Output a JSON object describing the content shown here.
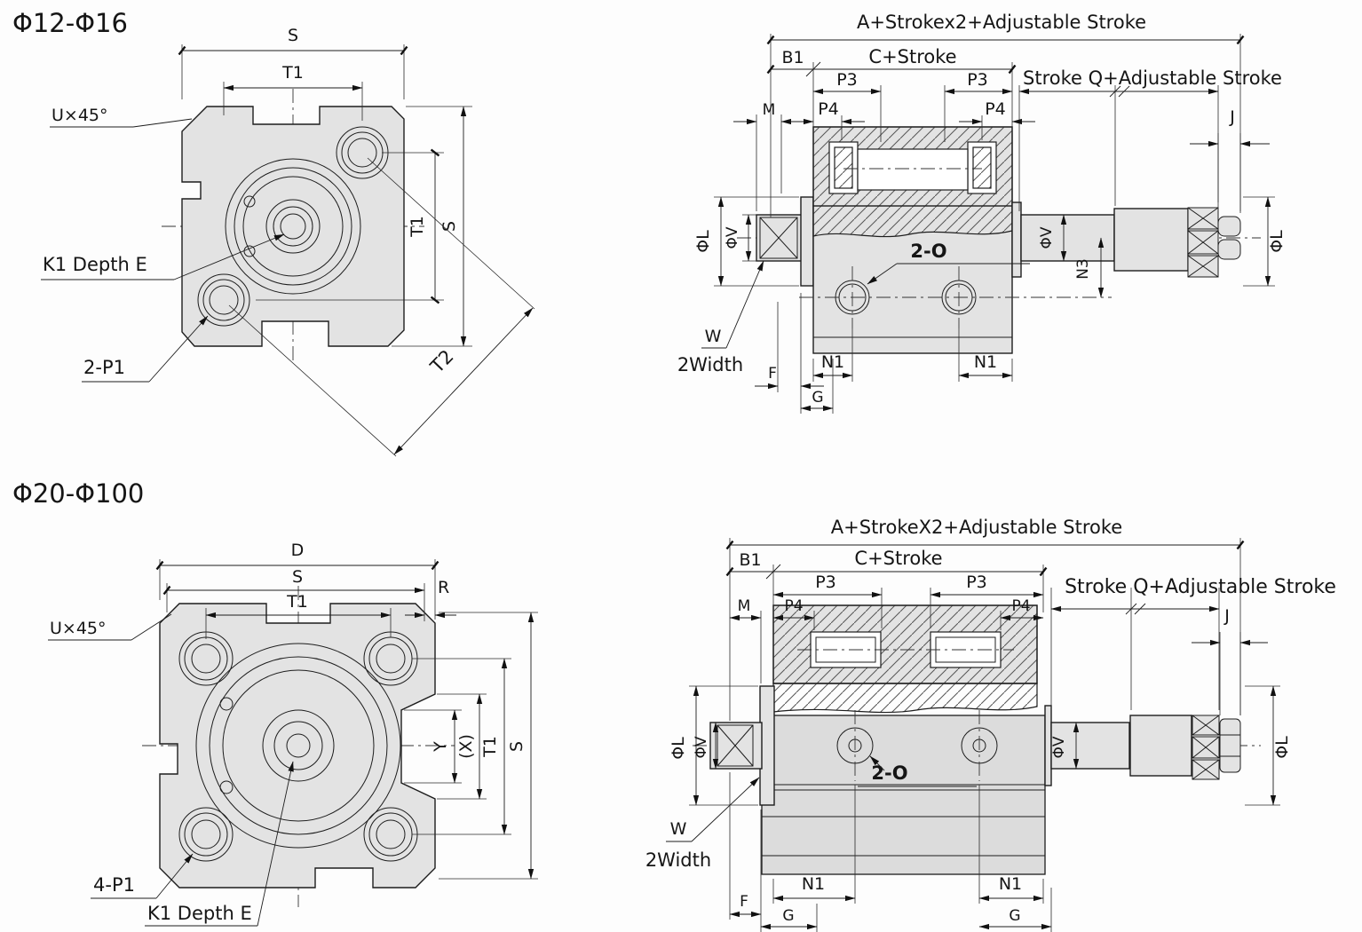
{
  "colors": {
    "body_fill": "#e3e3e3",
    "line": "#1d1d1d",
    "background": "#fdfdfd"
  },
  "v1": {
    "title": "Φ12-Φ16",
    "s": "S",
    "t1": "T1",
    "t1r": "T1",
    "sr": "S",
    "t2": "T2",
    "u45": "U×45°",
    "k1": "K1 Depth E",
    "holes": "2-P1"
  },
  "v2": {
    "a": "A+Strokex2+Adjustable Stroke",
    "b1": "B1",
    "c": "C+Stroke",
    "p3l": "P3",
    "p3r": "P3",
    "sq": "Stroke Q+Adjustable Stroke",
    "m": "M",
    "p4l": "P4",
    "p4r": "P4",
    "j": "J",
    "phi_l_l": "ΦL",
    "phi_v_l": "ΦV",
    "phi_v_r": "ΦV",
    "n3": "N3",
    "phi_l_r": "ΦL",
    "ports": "2-O",
    "w": "W",
    "width2": "2Width",
    "f": "F",
    "g": "G",
    "n1l": "N1",
    "n1r": "N1"
  },
  "v3": {
    "title": "Φ20-Φ100",
    "d": "D",
    "s": "S",
    "t1": "T1",
    "r": "R",
    "u45": "U×45°",
    "y": "Y",
    "x": "(X)",
    "t1r": "T1",
    "sr": "S",
    "holes": "4-P1",
    "k1": "K1 Depth E"
  },
  "v4": {
    "a": "A+StrokeX2+Adjustable Stroke",
    "b1": "B1",
    "c": "C+Stroke",
    "p3l": "P3",
    "p3r": "P3",
    "sq": "Stroke Q+Adjustable Stroke",
    "m": "M",
    "p4l": "P4",
    "p4r": "P4",
    "j": "J",
    "phi_l_l": "ΦL",
    "phi_v_l": "ΦV",
    "phi_v_r": "ΦV",
    "phi_l_r": "ΦL",
    "ports": "2-O",
    "w": "W",
    "width2": "2Width",
    "f": "F",
    "gl": "G",
    "gr": "G",
    "n1l": "N1",
    "n1r": "N1"
  }
}
